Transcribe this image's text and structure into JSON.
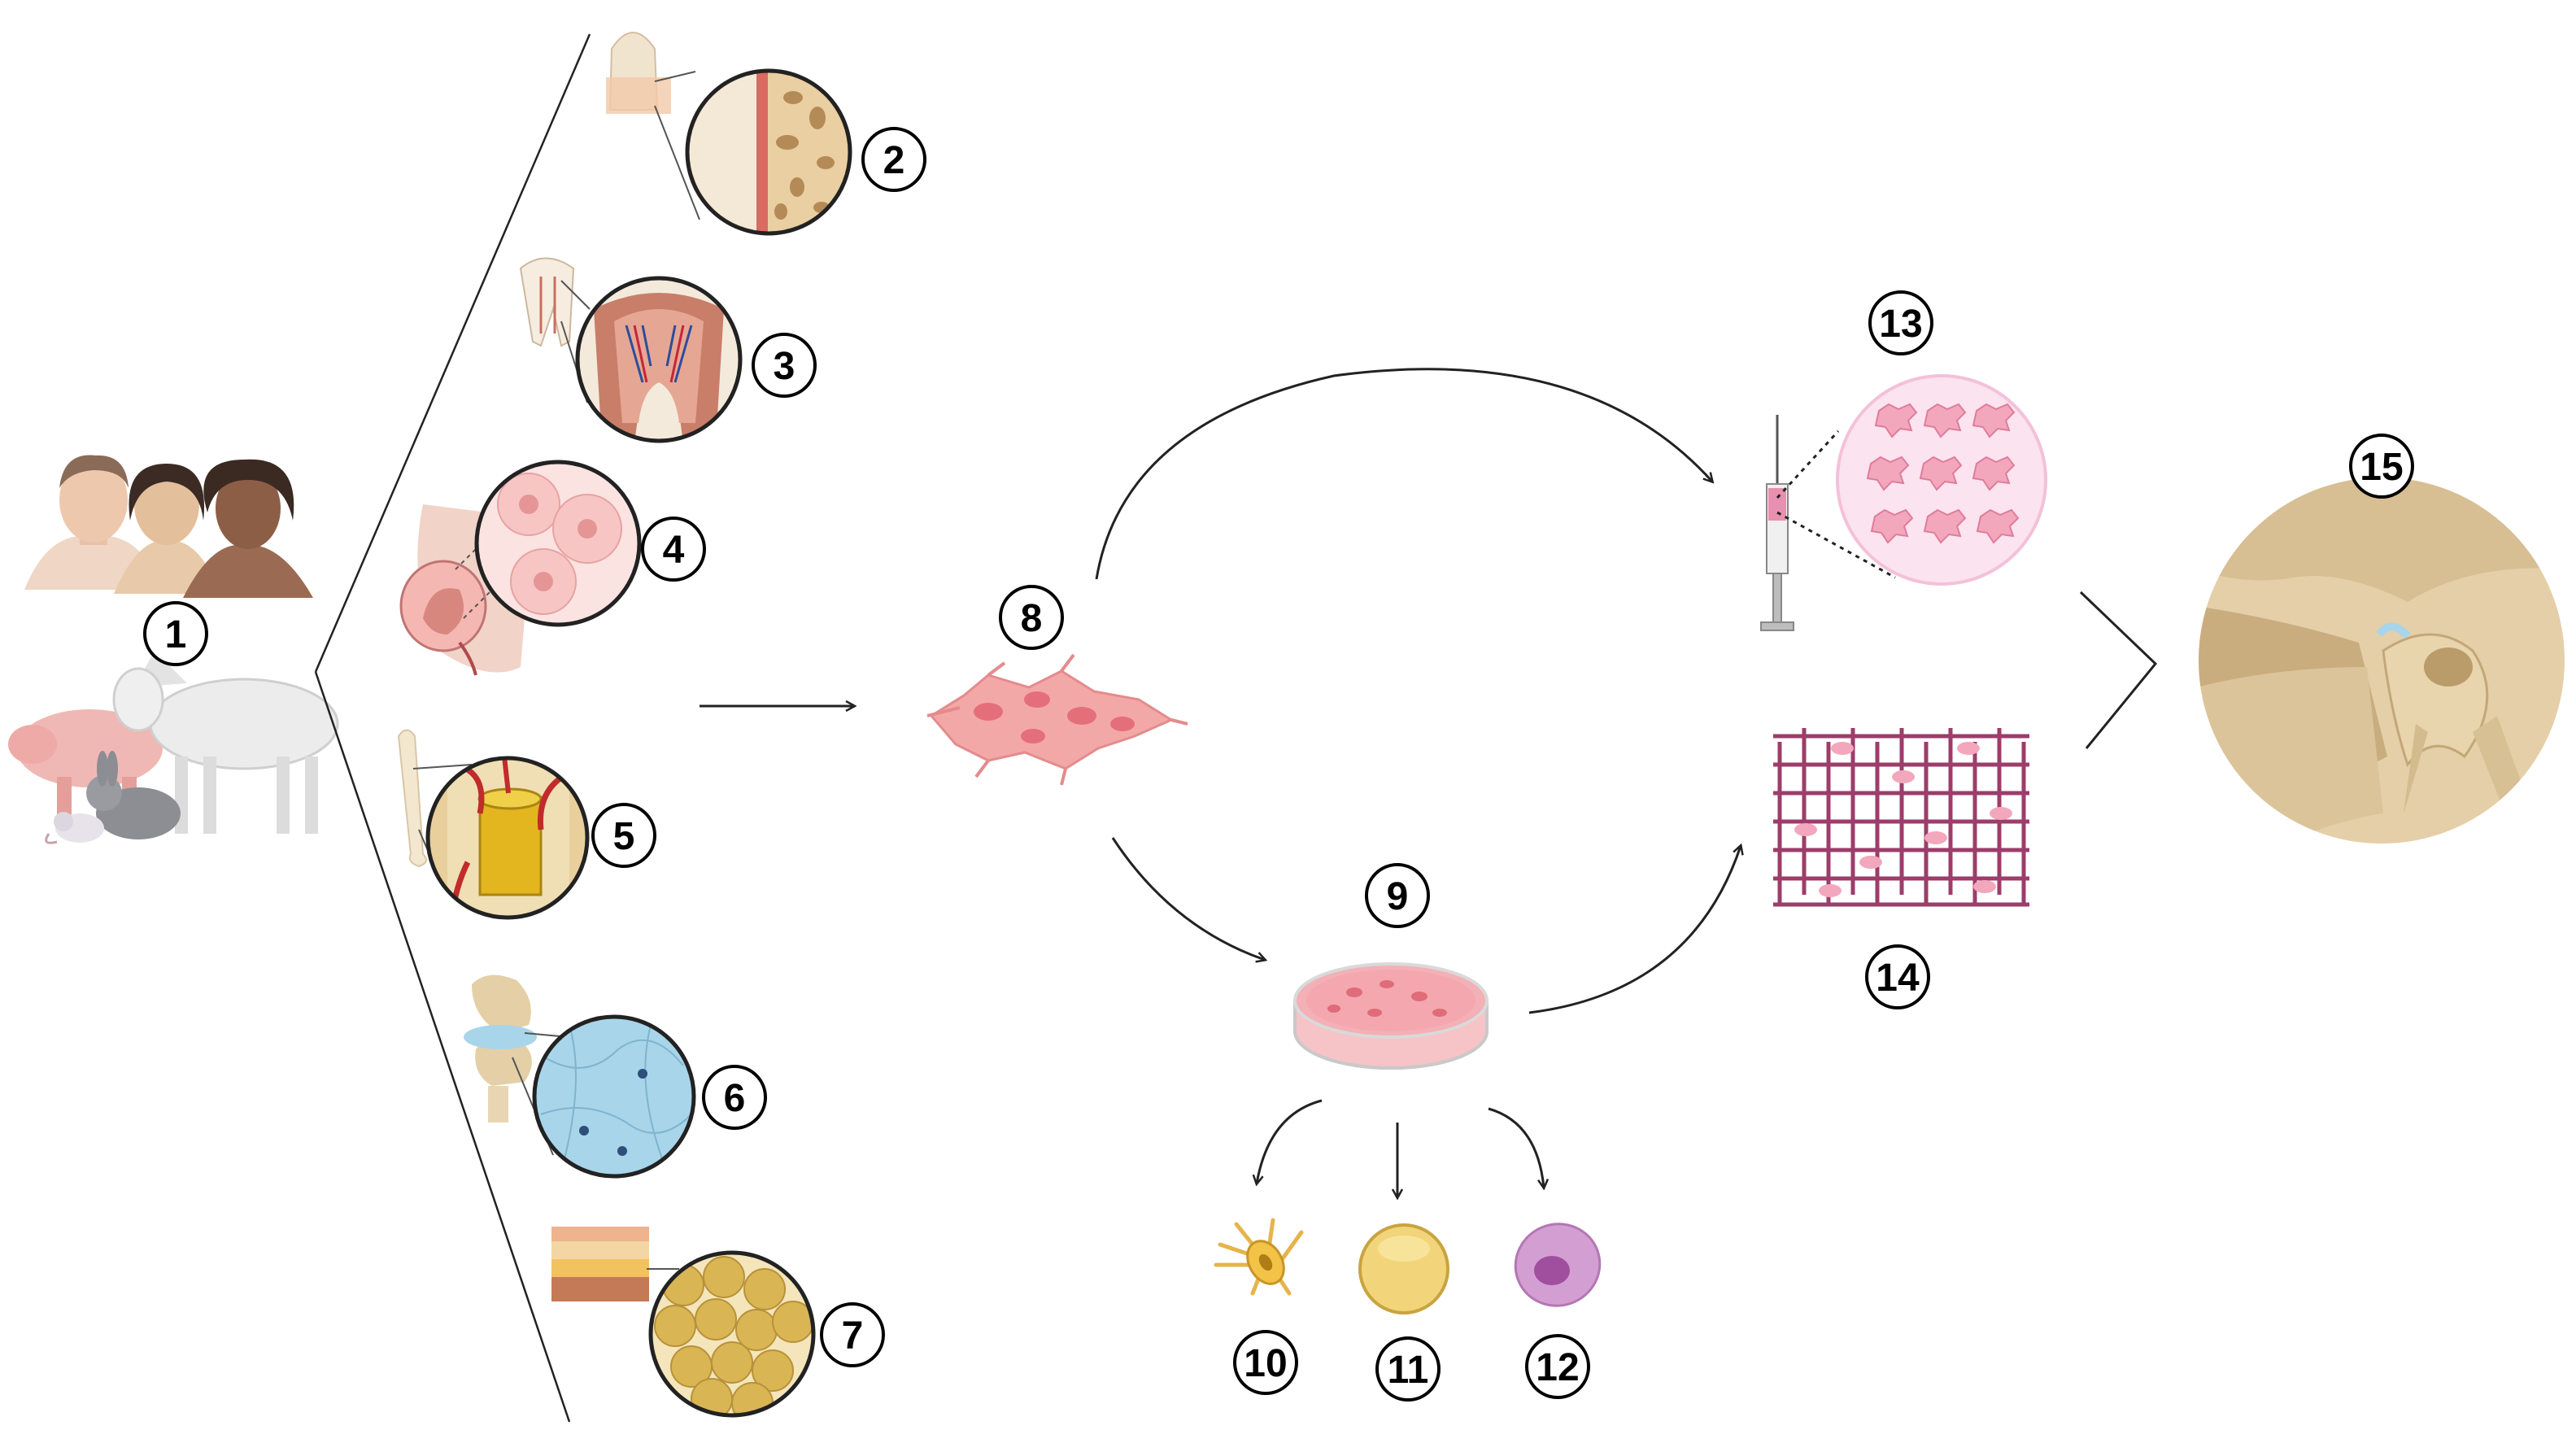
{
  "markers": {
    "m1": "1",
    "m2": "2",
    "m3": "3",
    "m4": "4",
    "m5": "5",
    "m6": "6",
    "m7": "7",
    "m8": "8",
    "m9": "9",
    "m10": "10",
    "m11": "11",
    "m12": "12",
    "m13": "13",
    "m14": "14",
    "m15": "15"
  },
  "icons": {
    "sources": [
      "humans-icon",
      "animals-icon"
    ],
    "tissues": [
      "bone-marrow-tooth-icon",
      "dental-pulp-icon",
      "placenta-fetus-icon",
      "bone-marrow-femur-icon",
      "synovial-joint-icon",
      "adipose-tissue-icon"
    ],
    "cells": [
      "msc-cluster-icon",
      "culture-dish-icon",
      "neuron-cell-icon",
      "adipocyte-icon",
      "osteoblast-cell-icon"
    ],
    "delivery": [
      "syringe-injection-icon",
      "scaffold-grid-icon",
      "tmj-joint-icon"
    ]
  },
  "colors": {
    "cell_pink": "#f1a3a8",
    "cell_core": "#e07a82",
    "scaffold": "#9c3d6a",
    "bone": "#e3cda4",
    "bone_dark": "#c9ae7d",
    "fat": "#e8c96a",
    "fluid": "#a9d5ea",
    "purple_cell": "#c37dc0"
  }
}
